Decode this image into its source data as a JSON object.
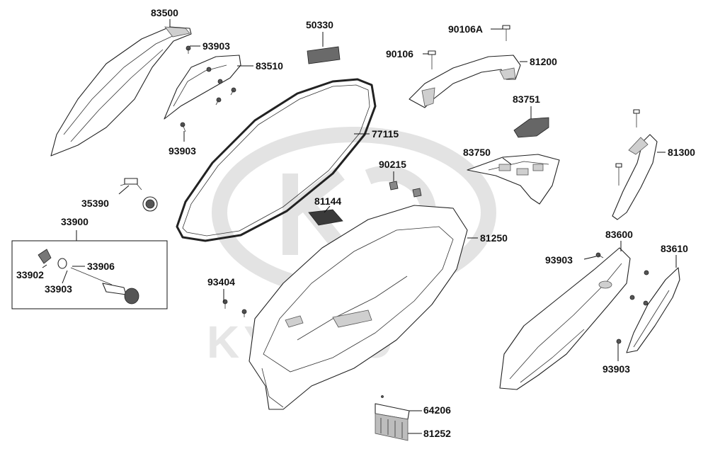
{
  "watermark": {
    "brand": "KYMCO"
  },
  "labels": {
    "p83500": "83500",
    "p93903_a": "93903",
    "p83510": "83510",
    "p93903_b": "93903",
    "p50330": "50330",
    "p90106A": "90106A",
    "p90106": "90106",
    "p81200": "81200",
    "p83751": "83751",
    "p77115": "77115",
    "p90215": "90215",
    "p83750": "83750",
    "p81300": "81300",
    "p35390": "35390",
    "p81144": "81144",
    "p33900": "33900",
    "p81250": "81250",
    "p83600": "83600",
    "p93903_c": "93903",
    "p83610": "83610",
    "p33906": "33906",
    "p33902": "33902",
    "p33903": "33903",
    "p93404": "93404",
    "p93903_d": "93903",
    "p64206": "64206",
    "p81252": "81252"
  }
}
